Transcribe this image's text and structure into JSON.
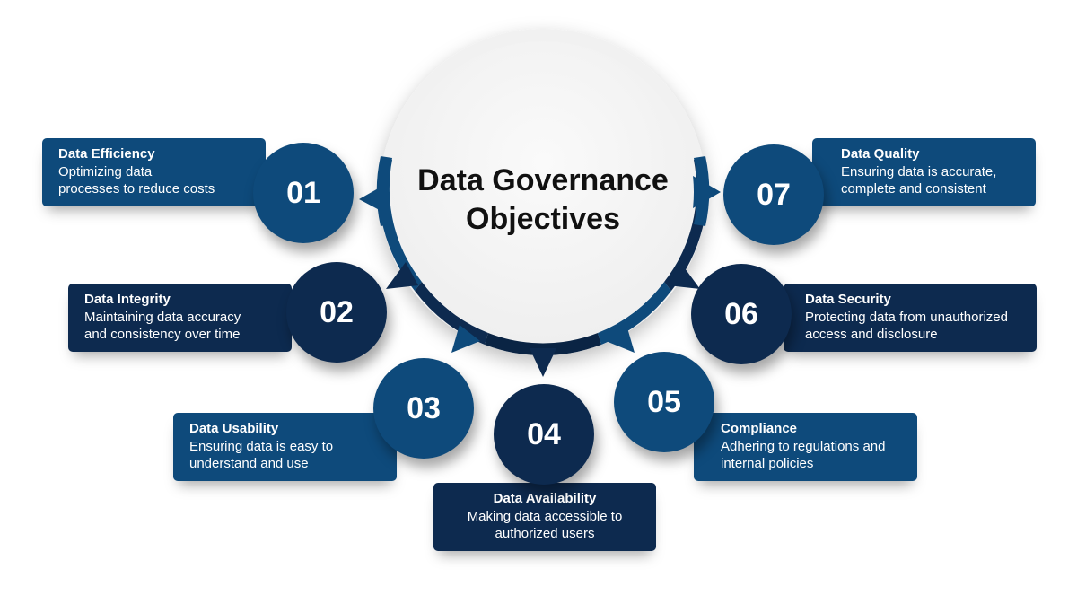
{
  "title": {
    "line1": "Data Governance",
    "line2": "Objectives"
  },
  "colors": {
    "blue": "#0e4a7b",
    "navy": "#0d2a4f",
    "center_fill": "#f4f4f4",
    "title_text": "#111111"
  },
  "objectives": [
    {
      "number": "01",
      "title": "Data Efficiency",
      "description": "Optimizing data\nprocesses to reduce costs",
      "color": "blue"
    },
    {
      "number": "02",
      "title": "Data Integrity",
      "description": "Maintaining data accuracy\nand consistency over time",
      "color": "navy"
    },
    {
      "number": "03",
      "title": "Data Usability",
      "description": "Ensuring data is easy to\nunderstand and use",
      "color": "blue"
    },
    {
      "number": "04",
      "title": "Data Availability",
      "description": "Making data accessible to\nauthorized users",
      "color": "navy"
    },
    {
      "number": "05",
      "title": "Compliance",
      "description": "Adhering to regulations and\ninternal policies",
      "color": "blue"
    },
    {
      "number": "06",
      "title": "Data Security",
      "description": "Protecting data from unauthorized\naccess and disclosure",
      "color": "navy"
    },
    {
      "number": "07",
      "title": "Data Quality",
      "description": "Ensuring data is accurate,\ncomplete and consistent",
      "color": "blue"
    }
  ]
}
